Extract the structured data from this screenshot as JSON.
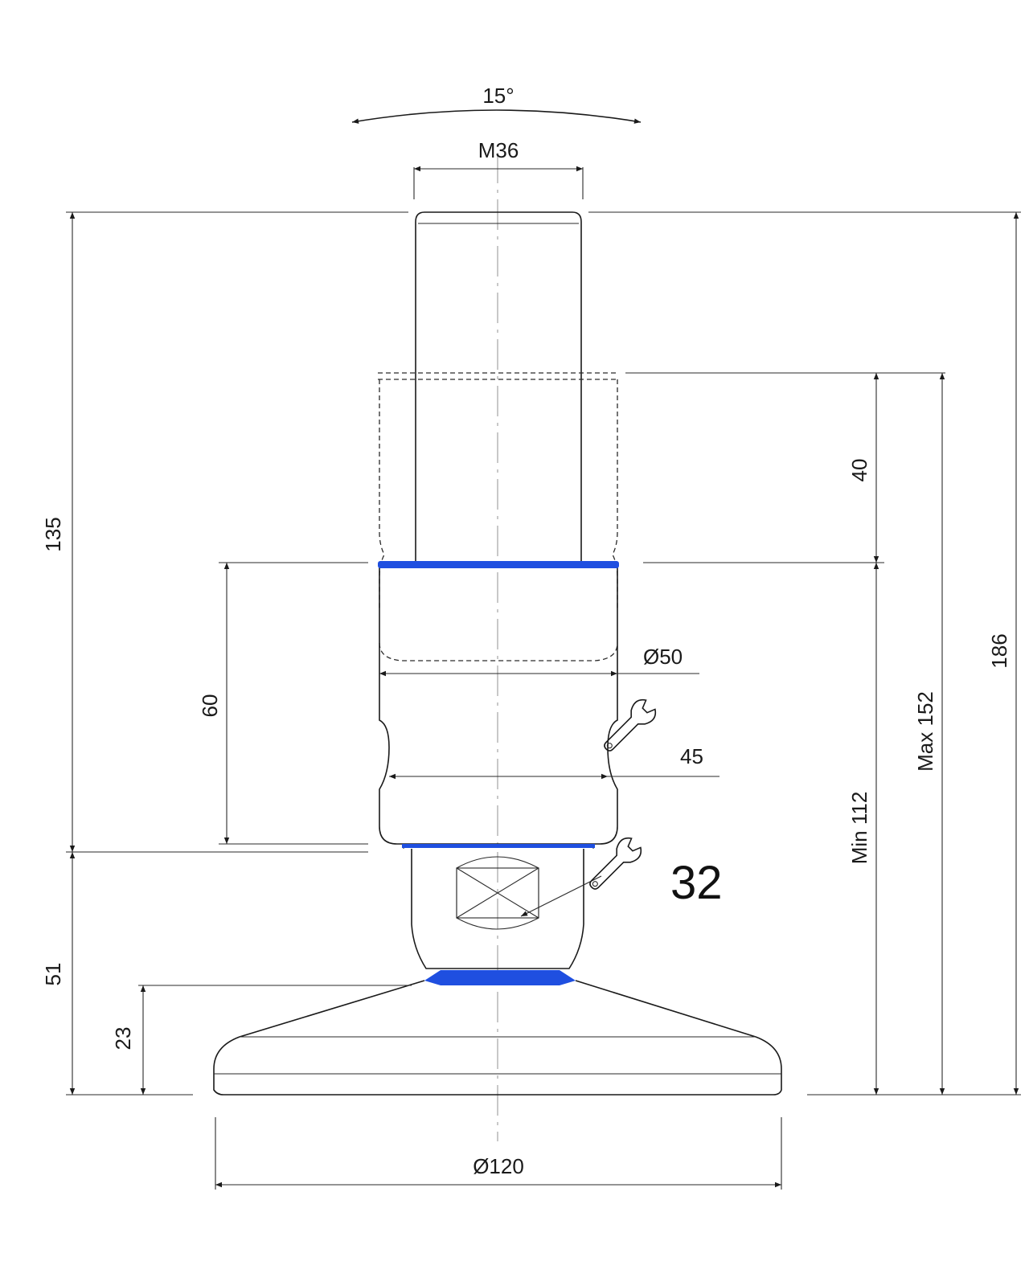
{
  "dimensions": {
    "tilt_angle": "15°",
    "thread": "M36",
    "overall_height_left": "135",
    "overall_height_right": "186",
    "thread_stroke": "40",
    "max_height": "Max 152",
    "min_height": "Min 112",
    "nut_height": "60",
    "nut_diameter": "Ø50",
    "nut_wrench_size": "45",
    "base_wrench_size": "32",
    "base_height": "51",
    "foot_height": "23",
    "foot_diameter": "Ø120"
  },
  "colors": {
    "accent": "#1f4fe0",
    "line": "#1a1a1a",
    "centerline": "#9a9a9a"
  },
  "icons": [
    "wrench-icon",
    "wrench-icon"
  ]
}
